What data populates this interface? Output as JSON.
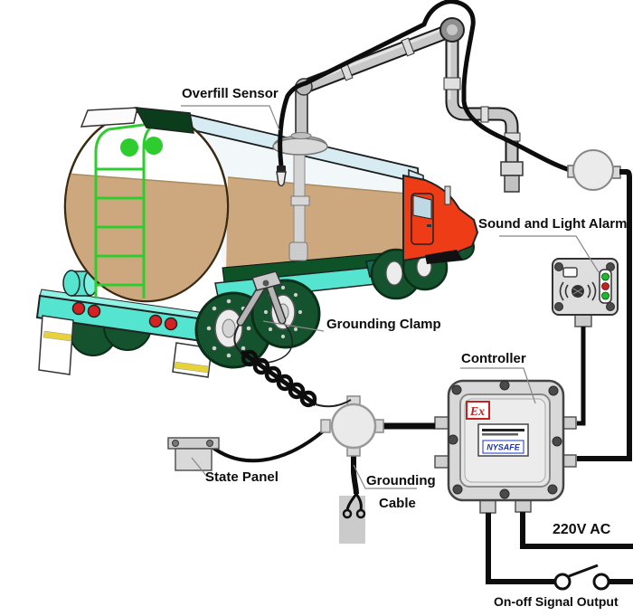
{
  "diagram": {
    "labels": {
      "overfill_sensor": "Overfill Sensor",
      "sound_and_light_alarm": "Sound and Light Alarm",
      "grounding_clamp": "Grounding Clamp",
      "controller": "Controller",
      "state_panel": "State Panel",
      "grounding_cable_line1": "Grounding",
      "grounding_cable_line2": "Cable",
      "power_supply": "220V AC",
      "signal_output": "On-off Signal Output"
    },
    "controller_box": {
      "ex_badge": "Ex",
      "brand": "NYSAFE"
    },
    "alarm_box": {
      "lights": [
        "green",
        "red",
        "green"
      ]
    },
    "colors": {
      "cable_black": "#0D0D0D",
      "pipe_gray": "#C8C8C8",
      "liquid_tan": "#CDA87E",
      "trailer_cyan": "#54E4D0",
      "tire_green": "#14532D",
      "ladder_green": "#2ECC2E",
      "cab_red": "#EE3C17",
      "alarm_green": "#1DBB2C",
      "alarm_red": "#C22222",
      "ex_red": "#C22222",
      "brand_blue": "#1733C0",
      "tank_top_blue": "#D7ECF2"
    }
  }
}
